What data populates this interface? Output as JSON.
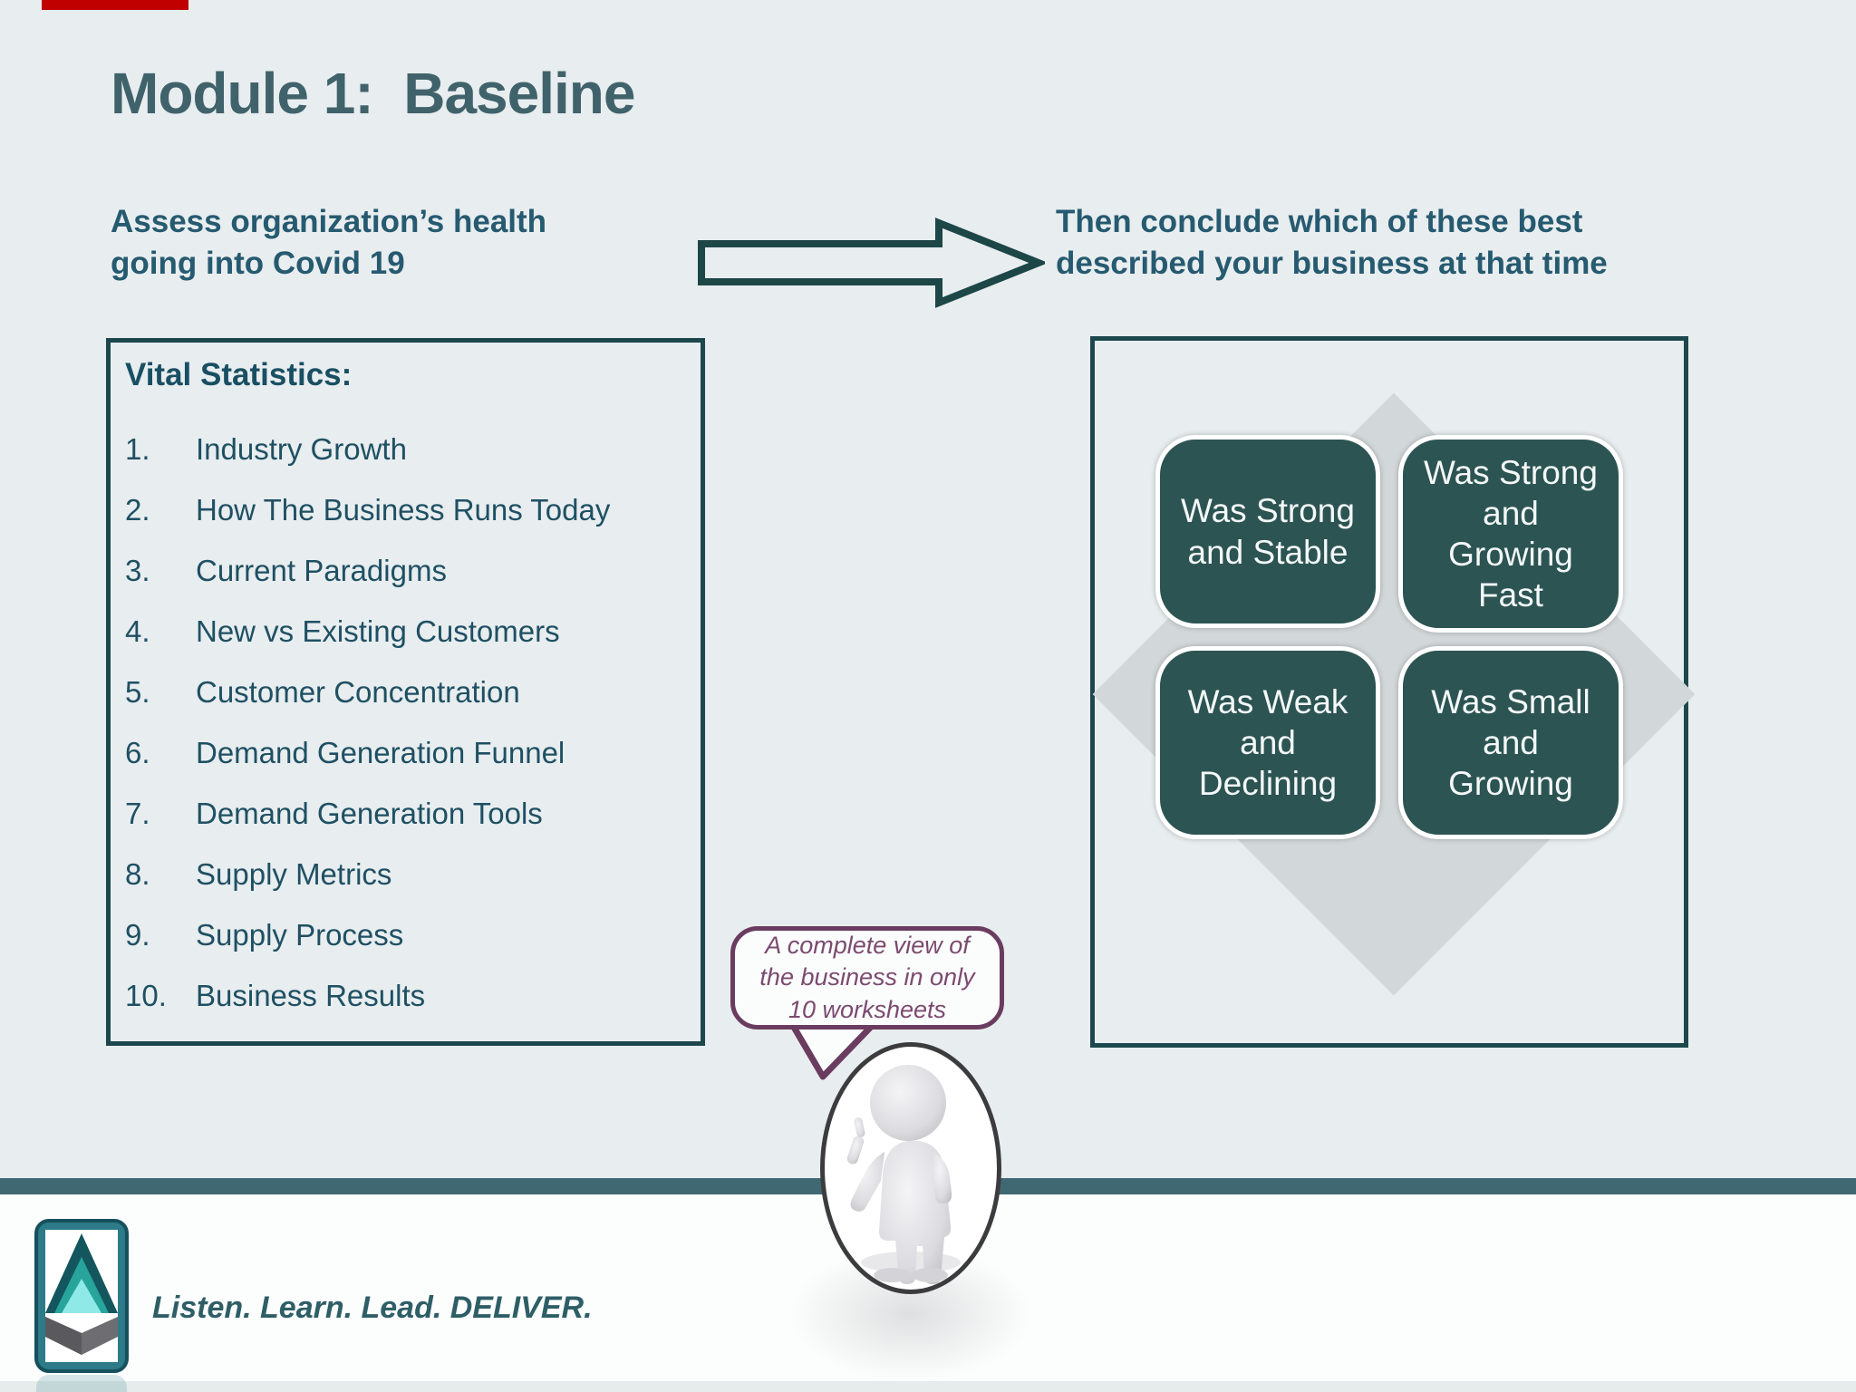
{
  "slide": {
    "title": "Module 1:  Baseline",
    "left_heading": [
      "Assess organization’s health",
      "going into Covid 19"
    ],
    "right_heading": [
      "Then conclude which of these best",
      "described your business at that time"
    ],
    "vital_statistics": {
      "heading": "Vital Statistics:",
      "numbers": [
        "1.",
        "2.",
        "3.",
        "4.",
        "5.",
        "6.",
        "7.",
        "8.",
        "9.",
        "10."
      ],
      "items": [
        "Industry Growth",
        "How The Business Runs Today",
        "Current Paradigms",
        "New vs Existing Customers",
        "Customer Concentration",
        "Demand Generation Funnel",
        "Demand Generation Tools",
        "Supply Metrics",
        "Supply Process",
        "Business Results"
      ]
    },
    "quadrants": {
      "top_left": [
        "Was Strong",
        "and Stable"
      ],
      "top_right": [
        "Was Strong",
        "and",
        "Growing",
        "Fast"
      ],
      "bottom_left": [
        "Was Weak",
        "and",
        "Declining"
      ],
      "bottom_right": [
        "Was Small",
        "and",
        "Growing"
      ]
    },
    "callout": [
      "A complete view of",
      "the business in only",
      "10 worksheets"
    ],
    "tagline": "Listen. Learn. Lead. DELIVER.",
    "icons": {
      "arrow_right": "right-arrow-outline",
      "figure": "thumbs-up-figure",
      "logo": "triangle-arrow-logo"
    },
    "colors": {
      "background": "#e8edef",
      "dark_teal_text": "#265a70",
      "panel_border": "#1c484d",
      "quadrant_fill": "#2c5452",
      "diamond_gray": "#d2d7d9",
      "callout_plum": "#6a3d60",
      "bottom_bar_teal": "#406873",
      "red_accent": "#c00000"
    }
  }
}
